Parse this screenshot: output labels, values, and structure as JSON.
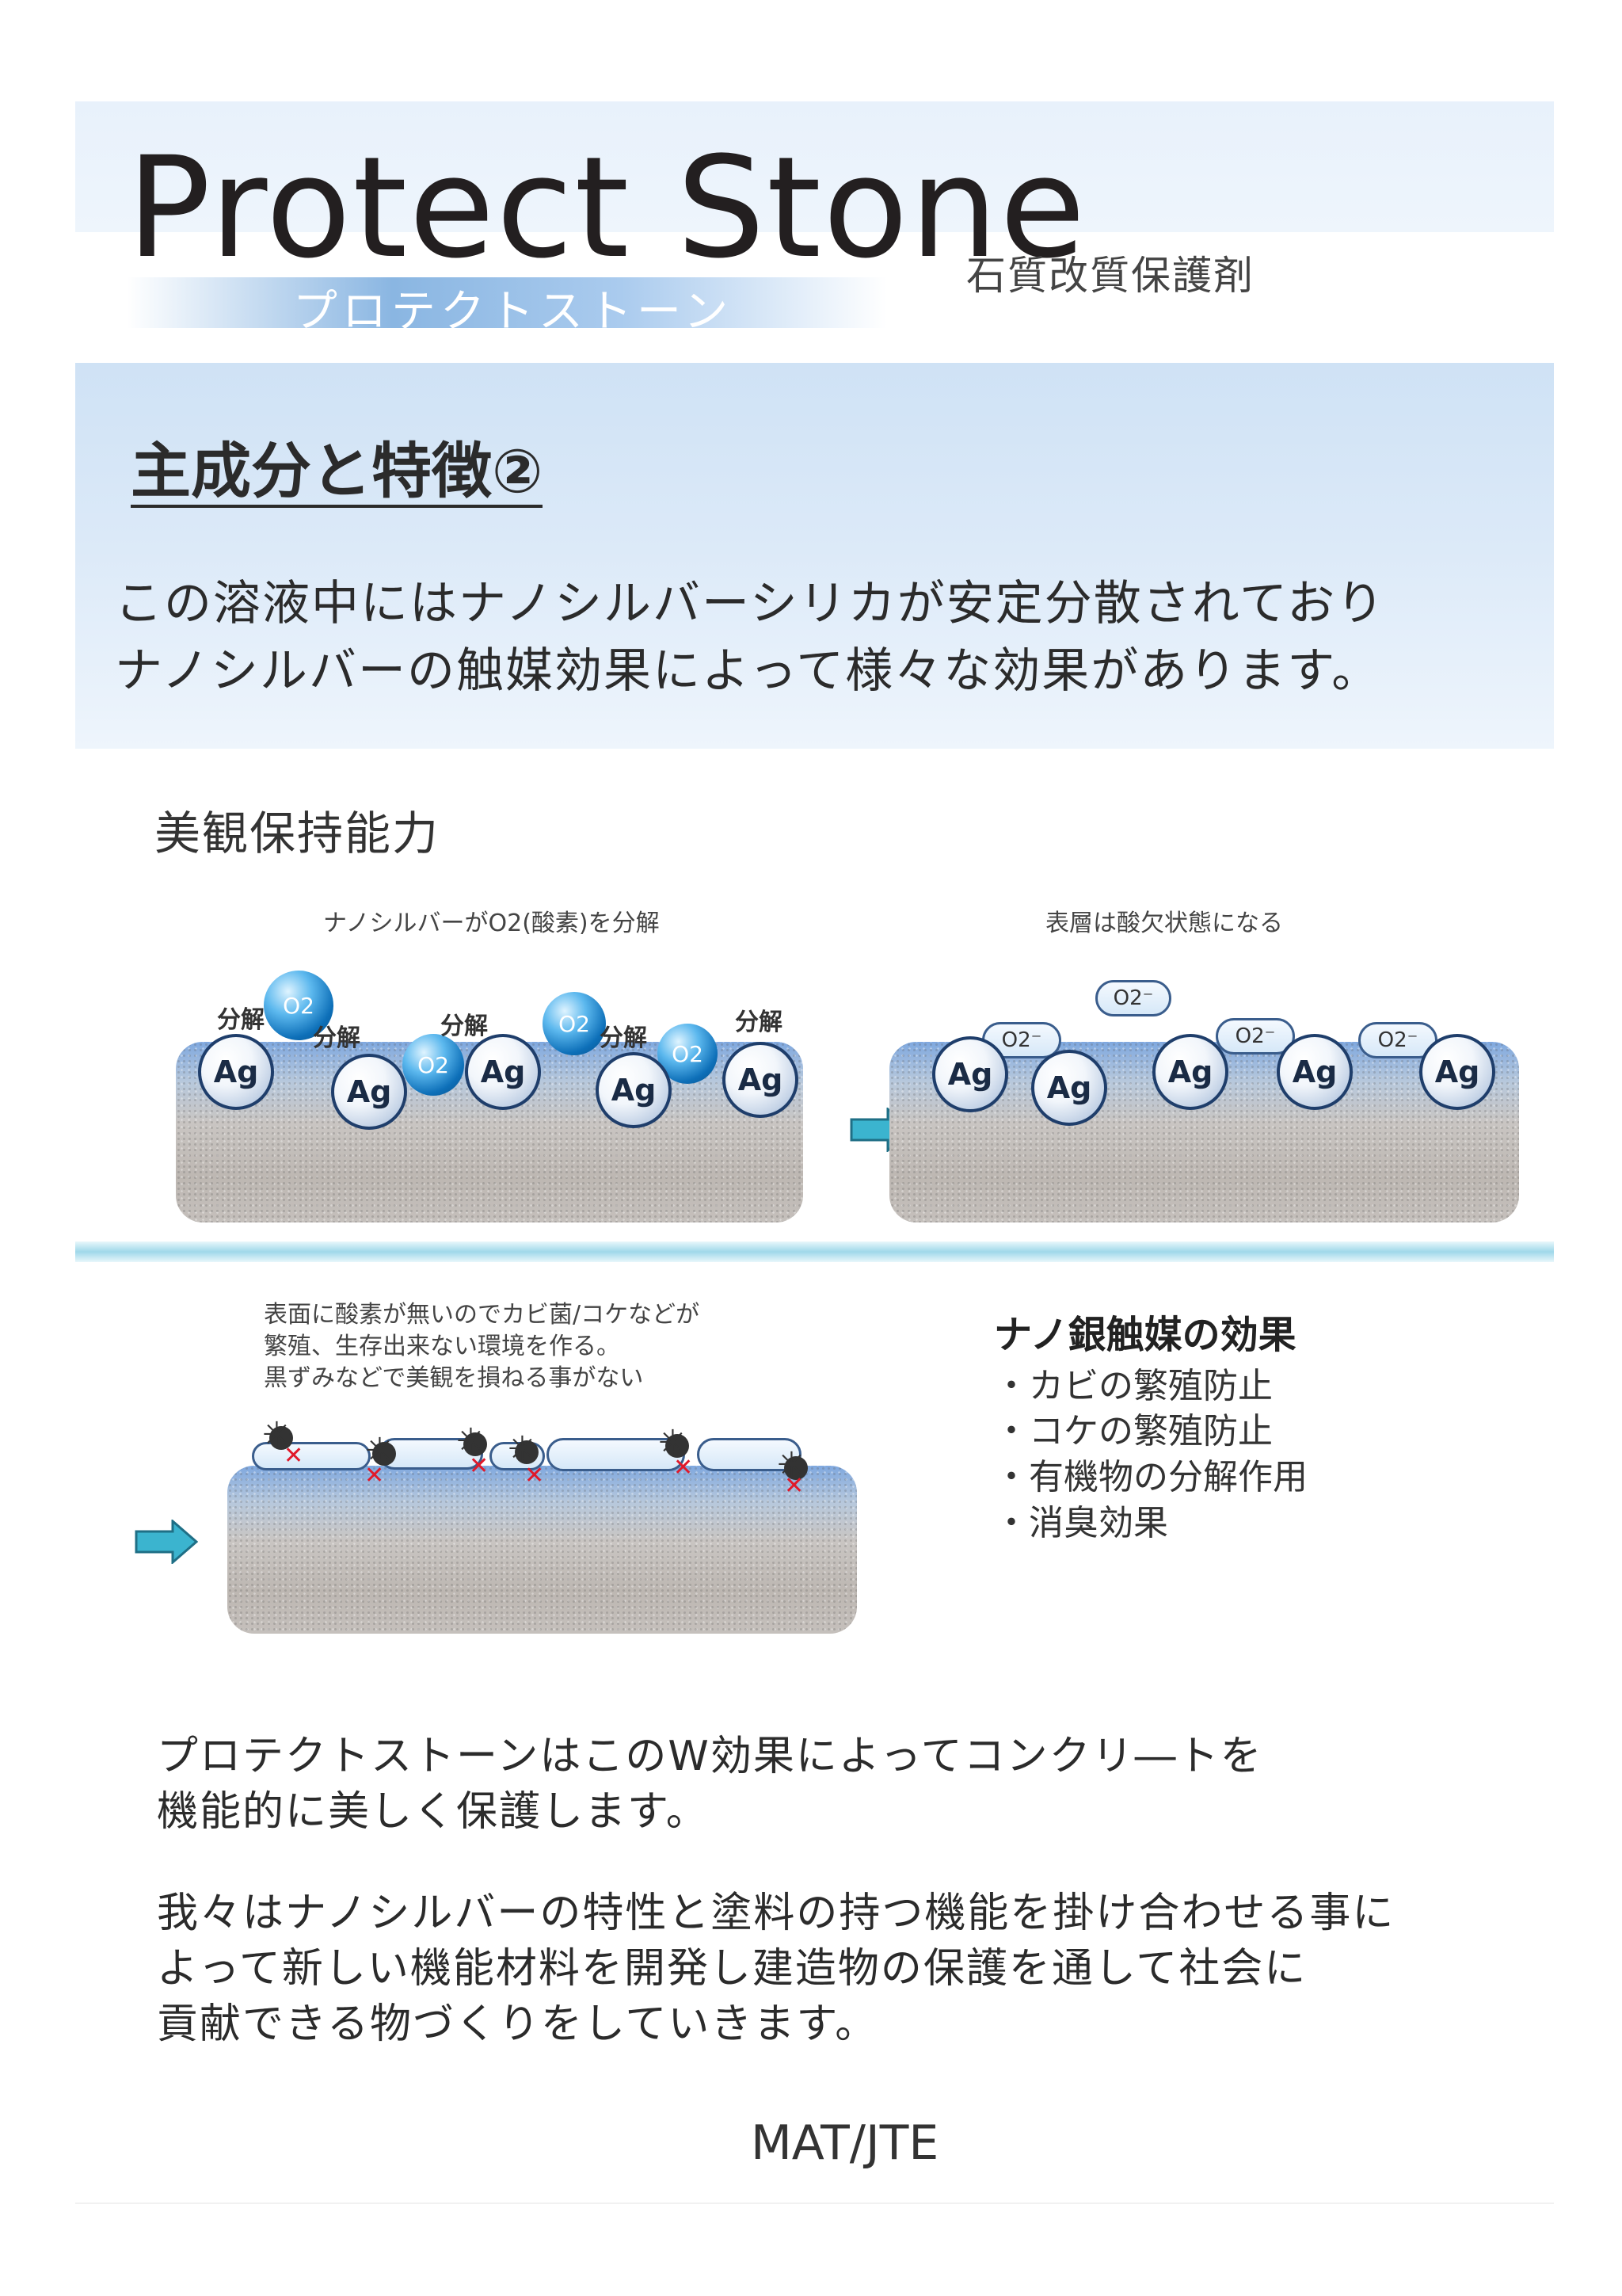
{
  "header": {
    "title": "Protect Stone",
    "subtitle_kana": "プロテクトストーン",
    "product_type": "石質改質保護剤"
  },
  "section": {
    "heading": "主成分と特徴②",
    "intro_lines": [
      "この溶液中にはナノシルバーシリカが安定分散されており",
      "ナノシルバーの触媒効果によって様々な効果があります。"
    ]
  },
  "sub_heading": "美観保持能力",
  "diagram1": {
    "caption": "ナノシルバーがO2(酸素)を分解",
    "decompose_label": "分解",
    "ag_label": "Ag",
    "o2_label": "O2"
  },
  "diagram2": {
    "caption": "表層は酸欠状態になる",
    "ag_label": "Ag",
    "o2_ion_label": "O2⁻"
  },
  "diagram3": {
    "caption_lines": [
      "表面に酸素が無いのでカビ菌/コケなどが",
      "繁殖、生存出来ない環境を作る。",
      "黒ずみなどで美観を損ねる事がない"
    ]
  },
  "effects": {
    "title": "ナノ銀触媒の効果",
    "items": [
      "・カビの繁殖防止",
      "・コケの繁殖防止",
      "・有機物の分解作用",
      "・消臭効果"
    ]
  },
  "closing": {
    "para1_lines": [
      "プロテクトストーンはこのW効果によってコンクリ―トを",
      "機能的に美しく保護します。"
    ],
    "para2_lines": [
      "我々はナノシルバーの特性と塗料の持つ機能を掛け合わせる事に",
      "よって新しい機能材料を開発し建造物の保護を通して社会に",
      "貢献できる物づくりをしていきます。"
    ]
  },
  "footer": "MAT/JTE",
  "colors": {
    "band_blue": "#cfe2f5",
    "o2_blue": "#0d6fb8",
    "arrow_teal": "#3bb4cf",
    "x_red": "#e0192a"
  }
}
